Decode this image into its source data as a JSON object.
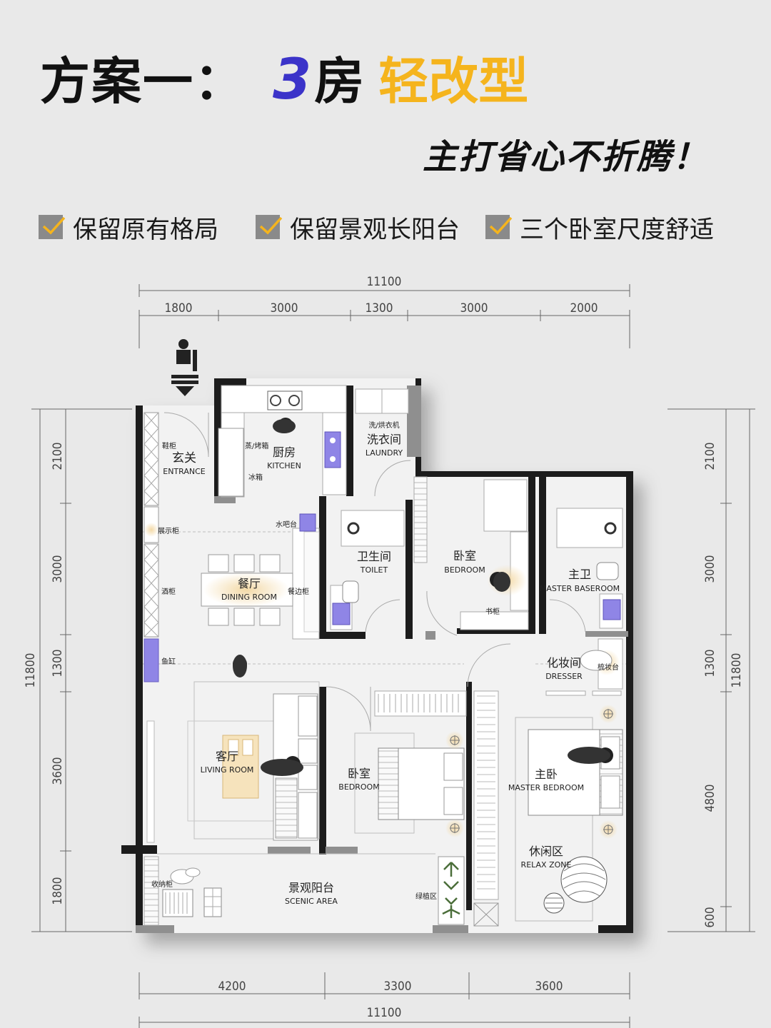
{
  "header": {
    "title_prefix": "方案一：",
    "title_number": "3",
    "title_room": "房",
    "title_type": "轻改型",
    "subtitle": "主打省心不折腾！"
  },
  "features": [
    {
      "label": "保留原有格局",
      "icon": "check-icon"
    },
    {
      "label": "保留景观长阳台",
      "icon": "check-icon"
    },
    {
      "label": "三个卧室尺度舒适",
      "icon": "check-icon"
    }
  ],
  "colors": {
    "accent_blue": "#3b33c9",
    "accent_yellow": "#f5b41d",
    "wall": "#1c1c1c",
    "check_box": "#8a8a8a",
    "fixture_purple": "#8f85e6"
  },
  "dimensions": {
    "top_total": "11100",
    "top_segments": [
      "1800",
      "3000",
      "1300",
      "3000",
      "2000"
    ],
    "bottom_total": "11100",
    "bottom_segments": [
      "4200",
      "3300",
      "3600"
    ],
    "left_total": "11800",
    "left_segments": [
      "2100",
      "3000",
      "1300",
      "3600",
      "1800"
    ],
    "right_total": "11800",
    "right_segments": [
      "2100",
      "3000",
      "1300",
      "4800",
      "600"
    ]
  },
  "rooms": {
    "entrance": {
      "cn": "玄关",
      "en": "ENTRANCE"
    },
    "kitchen": {
      "cn": "厨房",
      "en": "KITCHEN"
    },
    "laundry": {
      "cn": "洗衣间",
      "en": "LAUNDRY",
      "note": "洗/烘衣机"
    },
    "toilet": {
      "cn": "卫生间",
      "en": "TOILET"
    },
    "bedroom_a": {
      "cn": "卧室",
      "en": "BEDROOM"
    },
    "master_bath": {
      "cn": "主卫",
      "en": "MASTER BASEROOM"
    },
    "dining": {
      "cn": "餐厅",
      "en": "DINING ROOM"
    },
    "dresser": {
      "cn": "化妆间",
      "en": "DRESSER"
    },
    "living": {
      "cn": "客厅",
      "en": "LIVING ROOM"
    },
    "bedroom_b": {
      "cn": "卧室",
      "en": "BEDROOM"
    },
    "master_bedroom": {
      "cn": "主卧",
      "en": "MASTER BEDROOM"
    },
    "relax": {
      "cn": "休闲区",
      "en": "RELAX ZONE"
    },
    "scenic": {
      "cn": "景观阳台",
      "en": "SCENIC AREA"
    }
  },
  "fixtures": {
    "shoe_cabinet": "鞋柜",
    "display_cabinet": "展示柜",
    "wine_cabinet": "酒柜",
    "fish_tank": "鱼缸",
    "steam_oven": "蒸/烤箱",
    "fridge": "冰箱",
    "water_bar": "水吧台",
    "sideboard": "餐边柜",
    "bookcase": "书柜",
    "vanity": "梳妆台",
    "storage_cabinet": "收纳柜",
    "planter": "绿植区"
  }
}
